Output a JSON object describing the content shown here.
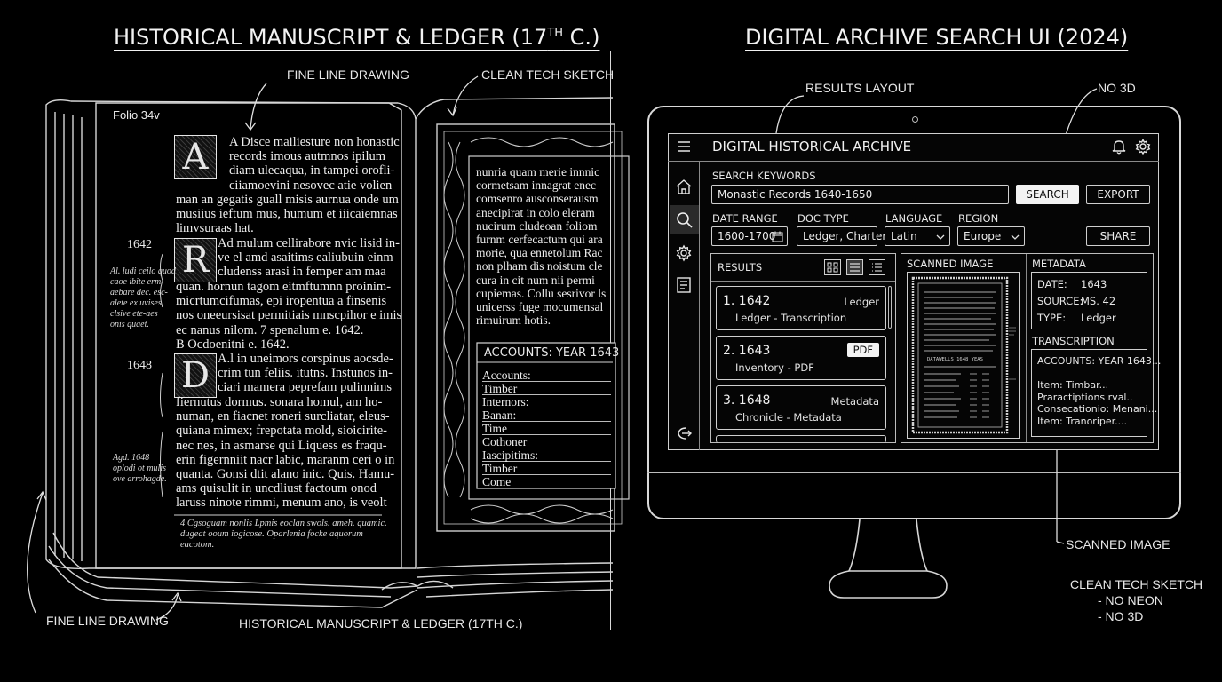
{
  "left_title": "HISTORICAL MANUSCRIPT & LEDGER (17",
  "left_title_sup": "TH",
  "left_title_end": " C.)",
  "right_title": "DIGITAL ARCHIVE SEARCH UI (2024)",
  "callouts": {
    "fine_line_top": "FINE LINE DRAWING",
    "clean_tech_top": "CLEAN TECH SKETCH",
    "fine_line_bottom": "FINE LINE DRAWING",
    "bottom_caption": "HISTORICAL MANUSCRIPT & LEDGER (17TH C.)",
    "results_layout": "RESULTS LAYOUT",
    "no_3d": "NO 3D",
    "scanned_image": "SCANNED IMAGE",
    "style_note_1": "CLEAN TECH SKETCH",
    "style_note_2": "- NO NEON",
    "style_note_3": "- NO 3D"
  },
  "manuscript": {
    "folio": "Folio 34v",
    "initials": [
      "A",
      "R",
      "D"
    ],
    "margin_years": [
      "1642",
      "1648"
    ],
    "margin_notes": [
      [
        "Al. ludi ceilo quod",
        "caoe ibite erm",
        "aebare dec. esc-",
        "alete ex uvises,",
        "clsive ete-aes",
        "onis quaet."
      ],
      [
        "Agd. 1648",
        "oplodi ot mulis",
        "ove arrohagde."
      ]
    ],
    "para1": [
      "A Disce mailiesture non honastic",
      "records imous autmnos ipilum",
      "diam ulecaqua, in tampei orofli-",
      "ciiamoevini nesovec atie volien",
      "man an gegatis guall misis aurnua onde um",
      "musiius ieftum mus, humum et iiicaiemnas",
      "limvsuraas hat."
    ],
    "para2": [
      "Ad mulum cellirabore nvic lisid in-",
      "ve el amd asaitims ealiubuin einm",
      "cludenss arasi in femper am maa",
      "quan. hornun tagom eitmftumnn proinim-",
      "micrtumcifumas, epi iropentua a finsenis",
      "nos oneeursisat permitiais mnscpihor e imis",
      "ec nanus nilom.   7 spenalum e. 1642.",
      "   B        Ocdoenitni e. 1642."
    ],
    "para3": [
      "A.l in uneimors corspinus aocsde-",
      "crim tun feliis. itutns. Instunos in-",
      "ciari mamera peprefam pulinnims",
      "fiernutus dormus. sonara homul, am ho-",
      "numan, en fiacnet roneri surcliatar, eleus-",
      "quiana mimex; frepotata mold, sioicirite-",
      "nec nes, in asmarse qui Liquess es fraqu-",
      "erin figernniit nacr labic, maranm ceri o in",
      "quanta. Gonsi dtit alano inic. Quis. Hamu-",
      "ams quisulit in uncdliust factoum onod",
      "laruss ninote rimmi, menum ano, is veolt"
    ],
    "footnote": [
      "4  Cgsoguam nonlis Lpmis eoclan swols. ameh. quamic.",
      "   dugeat  ooum iogicose. Oparlenia focke aquorum",
      "   eacotom."
    ],
    "right_page_text": [
      "nunria quam merie innnic",
      "cormetsam innagrat enec",
      "comsenro ausconserausm",
      "anecipirat in colo eleram",
      "nucirum cludeoan foliom",
      "furnm cerfecactum qui ara",
      "morie, qua ennetolum Rac",
      "non plham dis noistum cle",
      "cura in cit num nii permi",
      "cupiemas. Collu sesrivor ls",
      "unicerss fuge mocumensal",
      "rimuirum hotis."
    ],
    "ledger_heading": "ACCOUNTS: YEAR 1643",
    "ledger_rows": [
      "Accounts:",
      "   Timber",
      "Internors:",
      "   Banan:",
      "   Time",
      "   Cothoner",
      "Iascipitims:",
      "   Timber",
      "   Come"
    ]
  },
  "app": {
    "title": "DIGITAL HISTORICAL ARCHIVE",
    "search_label": "SEARCH KEYWORDS",
    "search_value": "Monastic Records 1640-1650",
    "search_button": "SEARCH",
    "export_button": "EXPORT",
    "share_button": "SHARE",
    "filters": {
      "date_range_label": "DATE RANGE",
      "date_range_value": "1600-1700",
      "doc_type_label": "DOC TYPE",
      "doc_type_value": "Ledger, Charter",
      "language_label": "LANGUAGE",
      "language_value": "Latin",
      "region_label": "REGION",
      "region_value": "Europe"
    },
    "results_label": "RESULTS",
    "results": [
      {
        "num": "1. 1642",
        "sub": "Ledger - Transcription",
        "tag": "Ledger",
        "boxed": false
      },
      {
        "num": "2. 1643",
        "sub": "Inventory - PDF",
        "tag": "PDF",
        "boxed": true
      },
      {
        "num": "3. 1648",
        "sub": "Chronicle - Metadata",
        "tag": "Metadata",
        "boxed": false
      }
    ],
    "scanned_label": "SCANNED IMAGE",
    "scan_heading": "DATAWELLS 1648 YEAS",
    "metadata_label": "METADATA",
    "metadata": [
      {
        "k": "DATE:",
        "v": "1643"
      },
      {
        "k": "SOURCE:",
        "v": "MS. 42"
      },
      {
        "k": "TYPE:",
        "v": "Ledger"
      }
    ],
    "transcription_label": "TRANSCRIPTION",
    "transcription": [
      "ACCOUNTS: YEAR 1643...",
      "",
      "Item: Timbar...",
      "Praractiptions rval..",
      "Consecationio: Menani...",
      "Item: Tranoriper...."
    ]
  }
}
